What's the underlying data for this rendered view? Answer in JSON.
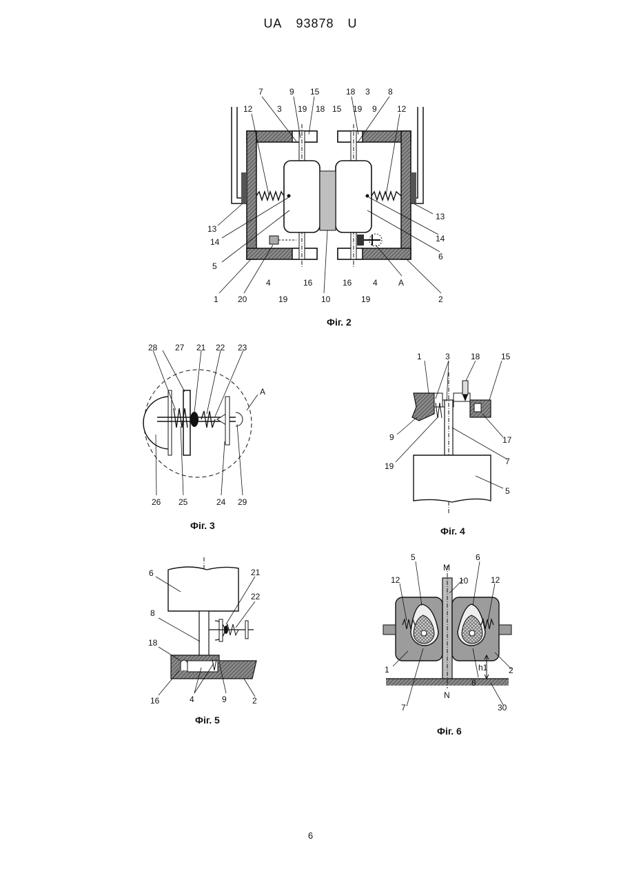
{
  "header": {
    "left": "UA",
    "number": "93878",
    "right": "U"
  },
  "page_number": "6",
  "figures": {
    "fig2": {
      "caption": "Фіг. 2",
      "labels": [
        "7",
        "9",
        "15",
        "18",
        "3",
        "8",
        "12",
        "3",
        "19",
        "18",
        "15",
        "19",
        "9",
        "12",
        "13",
        "14",
        "5",
        "1",
        "20",
        "4",
        "19",
        "16",
        "10",
        "16",
        "19",
        "4",
        "A",
        "2",
        "6",
        "14",
        "13"
      ]
    },
    "fig3": {
      "caption": "Фіг. 3",
      "labels": [
        "28",
        "27",
        "21",
        "22",
        "23",
        "A",
        "26",
        "25",
        "24",
        "29"
      ]
    },
    "fig4": {
      "caption": "Фіг. 4",
      "labels": [
        "1",
        "3",
        "18",
        "15",
        "9",
        "17",
        "7",
        "19",
        "5"
      ]
    },
    "fig5": {
      "caption": "Фіг. 5",
      "labels": [
        "6",
        "21",
        "22",
        "8",
        "18",
        "16",
        "4",
        "9",
        "2"
      ]
    },
    "fig6": {
      "caption": "Фіг. 6",
      "labels": [
        "5",
        "M",
        "6",
        "12",
        "10",
        "12",
        "1",
        "h1",
        "2",
        "7",
        "N",
        "8",
        "30"
      ]
    }
  }
}
